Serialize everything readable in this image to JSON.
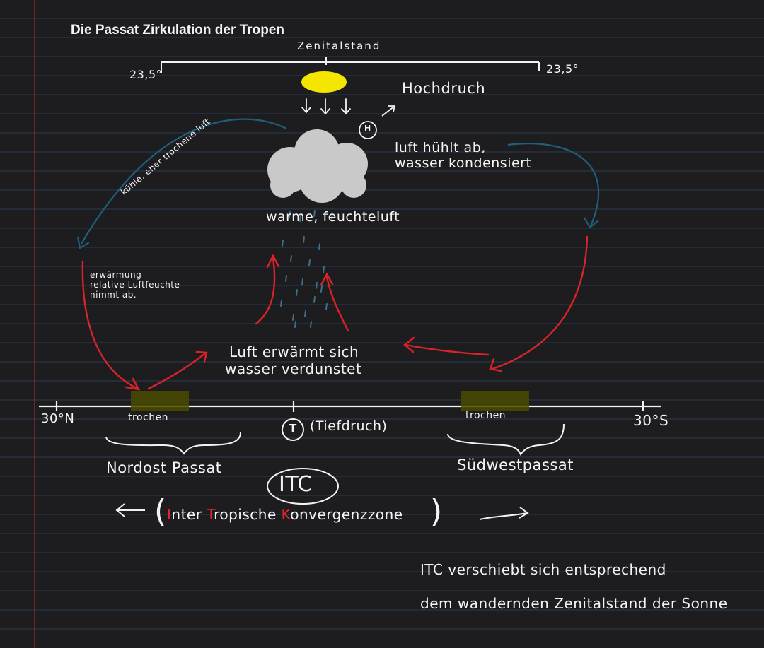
{
  "title": "Die Passat Zirkulation der Tropen",
  "zenith": {
    "label": "Zenitalstand",
    "left_degree": "23,5°",
    "right_degree": "23,5°"
  },
  "high_pressure": {
    "symbol": "H",
    "label": "Hochdruch"
  },
  "right_top_text": [
    "luft hühlt ab,",
    "wasser kondensiert"
  ],
  "left_arc_text": "kühle, eher trochene luft",
  "cloud_label": "warme, feuchteluft",
  "left_side_text": [
    "erwärmung",
    "relative Luftfeuchte",
    "nimmt ab."
  ],
  "center_text": [
    "Luft erwärmt sich",
    "wasser verdunstet"
  ],
  "axis": {
    "left_label": "30°N",
    "right_label": "30°S",
    "left_dry": "trochen",
    "right_dry": "trochen"
  },
  "low_pressure": {
    "symbol": "T",
    "label": "(Tiefdruch)"
  },
  "winds": {
    "left": "Nordost Passat",
    "right": "Südwestpassat"
  },
  "itc": {
    "abbr": "ITC",
    "open_paren": "(",
    "close_paren": ")",
    "parts": [
      {
        "text": "I",
        "highlight": true
      },
      {
        "text": "nter ",
        "highlight": false
      },
      {
        "text": "T",
        "highlight": true
      },
      {
        "text": "ropische ",
        "highlight": false
      },
      {
        "text": "K",
        "highlight": true
      },
      {
        "text": "onvergenzzone",
        "highlight": false
      }
    ]
  },
  "note": [
    "ITC verschiebt sich entsprechend",
    "dem wandernden Zenitalstand der Sonne"
  ],
  "colors": {
    "background": "#1d1d1f",
    "ruled_line": "#2b3a52",
    "margin_line": "#8a2a2e",
    "ink": "#f4f4f4",
    "red_arrow": "#d8232a",
    "blue_arrow": "#1f5f7a",
    "sun": "#f5e600",
    "cloud": "#c8c8c8",
    "rain": "#3f6e86",
    "dry_highlight": "#4a4a00"
  }
}
